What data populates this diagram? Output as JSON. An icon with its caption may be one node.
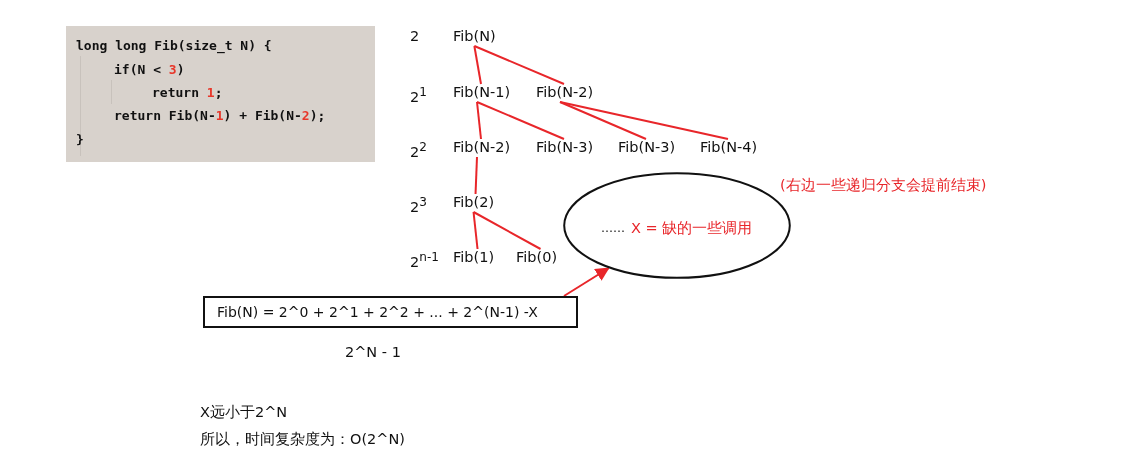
{
  "diagram": {
    "nodes": [
      {
        "text": [
          "long long Fib(size_t N) {",
          "if(N < 3)",
          "return 1;",
          "return Fib(N-1) + Fib(N-2);",
          "}"
        ]
      },
      {
        "text": [
          "Fib(N)"
        ]
      },
      {
        "text": [
          "Fib(N-1)"
        ]
      },
      {
        "text": [
          "Fib(N-2)"
        ]
      },
      {
        "text": [
          "Fib(N-2)"
        ]
      },
      {
        "text": [
          "Fib(N-3)"
        ]
      },
      {
        "text": [
          "Fib(N-3)"
        ]
      },
      {
        "text": [
          "Fib(N-4)"
        ]
      },
      {
        "text": [
          "Fib(2)"
        ]
      },
      {
        "text": [
          "Fib(1)"
        ]
      },
      {
        "text": [
          "Fib(0)"
        ]
      },
      {
        "text": [
          "……",
          "X = 缺的一些调用"
        ]
      },
      {
        "text": [
          "Fib(N) = 2^0 + 2^1 + 2^2 + ... + 2^(N-1) -X"
        ]
      }
    ],
    "edges": [
      {
        "from": 1,
        "to": 2,
        "arrow": "none"
      },
      {
        "from": 1,
        "to": 3,
        "arrow": "none"
      },
      {
        "from": 2,
        "to": 4,
        "arrow": "none"
      },
      {
        "from": 2,
        "to": 5,
        "arrow": "none"
      },
      {
        "from": 3,
        "to": 6,
        "arrow": "none"
      },
      {
        "from": 3,
        "to": 7,
        "arrow": "none"
      },
      {
        "from": 4,
        "to": 8,
        "arrow": "none"
      },
      {
        "from": 8,
        "to": 9,
        "arrow": "none"
      },
      {
        "from": 8,
        "to": 10,
        "arrow": "none"
      },
      {
        "from": 12,
        "to": 11,
        "arrow": "to"
      }
    ],
    "labels": [
      "2",
      "2$^{1}$",
      "2$^{2}$",
      "2$^{3}$",
      "2$^{n-1}$",
      "(右边一些递归分支会提前结束)",
      "2^N - 1",
      "X远小于2^N",
      "所以，时间复杂度为：O(2^N)"
    ]
  }
}
